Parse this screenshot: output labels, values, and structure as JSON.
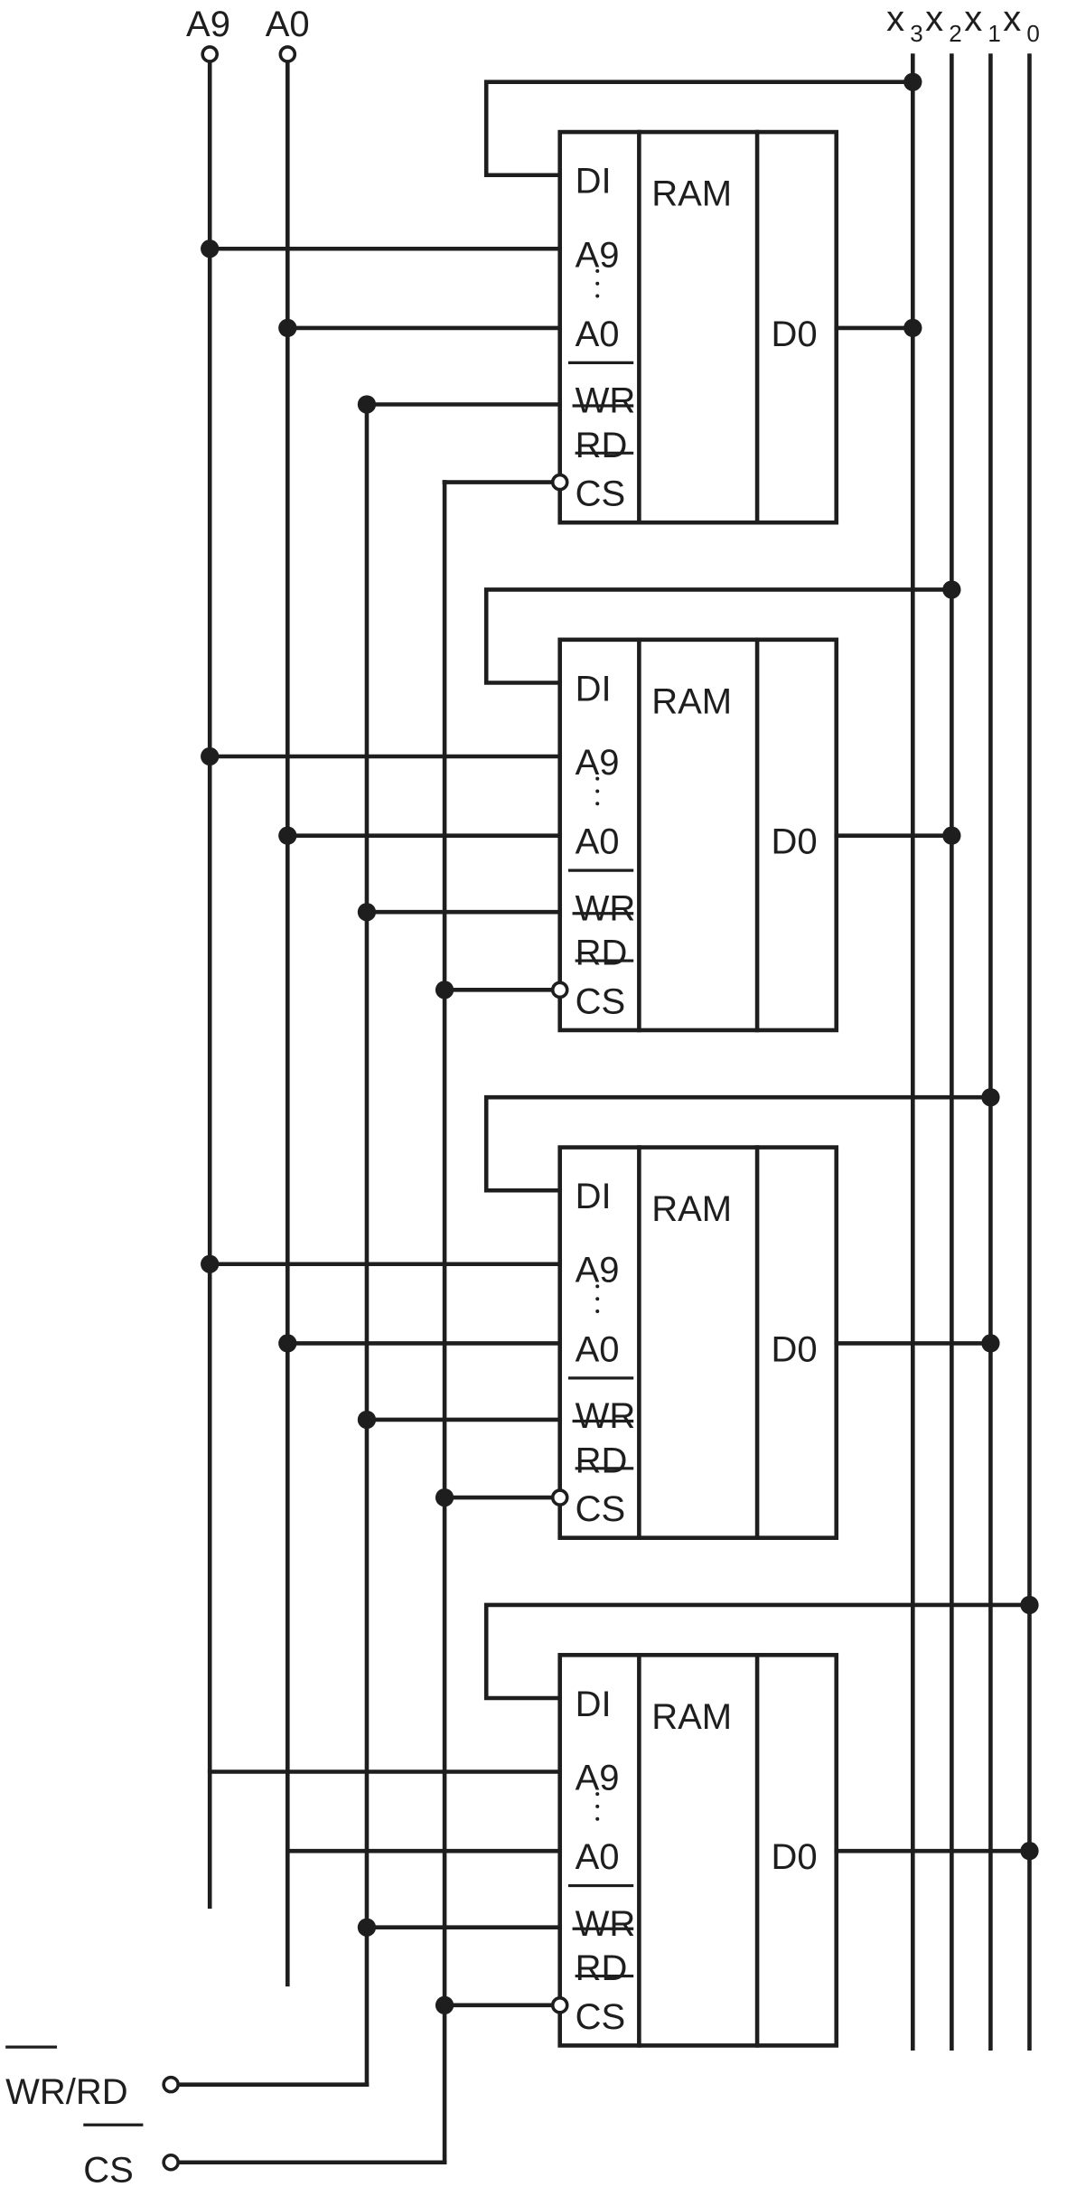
{
  "inputs": {
    "a9": "A9",
    "a0": "A0",
    "wr_rd": "WR/RD",
    "wr_rd_overbar": "WR",
    "cs": "CS"
  },
  "outputs": [
    {
      "letter": "x",
      "index": "3"
    },
    {
      "letter": "x",
      "index": "2"
    },
    {
      "letter": "x",
      "index": "1"
    },
    {
      "letter": "x",
      "index": "0"
    }
  ],
  "chip": {
    "title": "RAM",
    "pins": {
      "di": "DI",
      "a9": "A9",
      "a0": "A0",
      "wr": "WR",
      "rd": "RD",
      "cs": "CS",
      "do": "D0"
    }
  },
  "chip_count": 4
}
